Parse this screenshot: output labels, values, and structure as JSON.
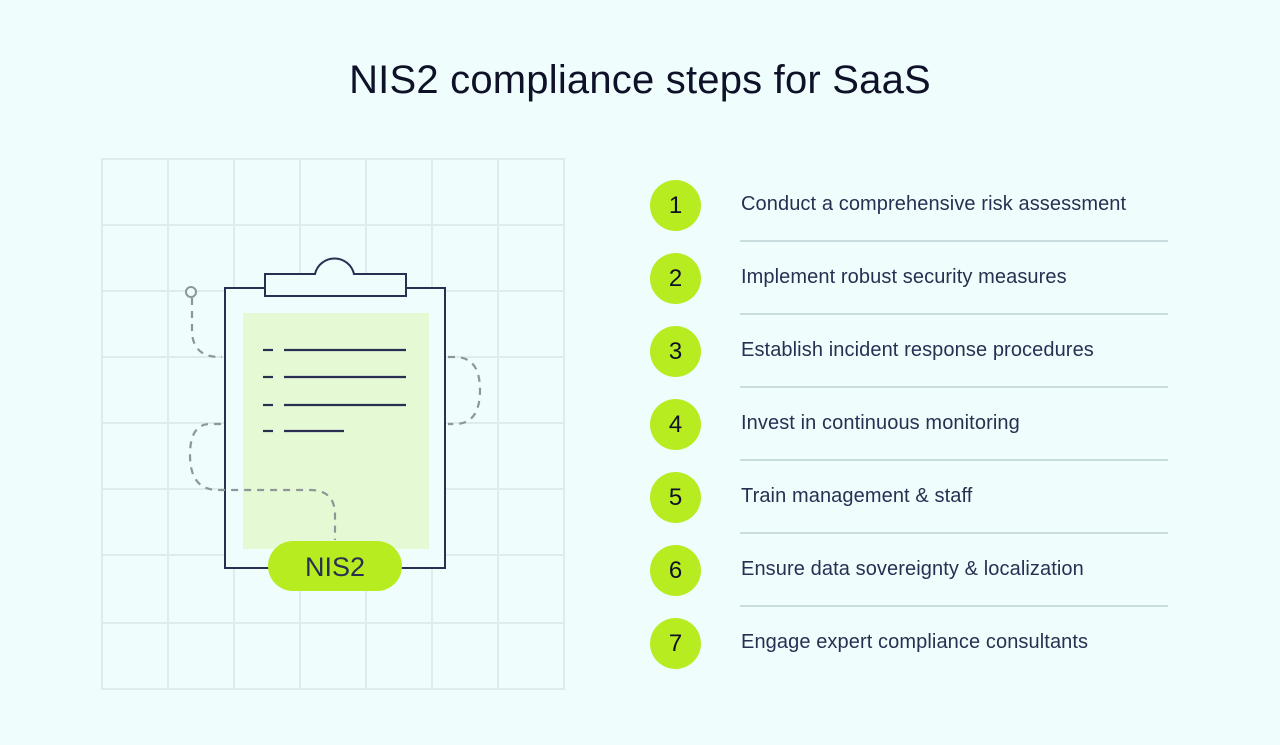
{
  "title": "NIS2 compliance steps for SaaS",
  "illustration": {
    "badge_label": "NIS2",
    "icon": "clipboard-icon",
    "colors": {
      "background": "#effdfd",
      "grid_line": "#dfeced",
      "outline": "#2a2f52",
      "paper": "#e5f9d4",
      "accent": "#b7ec20",
      "dashed_path": "#8e9697"
    }
  },
  "steps": [
    {
      "number": "1",
      "label": "Conduct a comprehensive risk assessment"
    },
    {
      "number": "2",
      "label": "Implement robust security measures"
    },
    {
      "number": "3",
      "label": "Establish incident response procedures"
    },
    {
      "number": "4",
      "label": "Invest in continuous monitoring"
    },
    {
      "number": "5",
      "label": "Train management & staff"
    },
    {
      "number": "6",
      "label": "Ensure data sovereignty & localization"
    },
    {
      "number": "7",
      "label": "Engage expert compliance consultants"
    }
  ],
  "colors": {
    "badge_fill": "#b7ec20",
    "text": "#2a2f52",
    "title": "#0e1128",
    "divider": "#c9dcde"
  }
}
